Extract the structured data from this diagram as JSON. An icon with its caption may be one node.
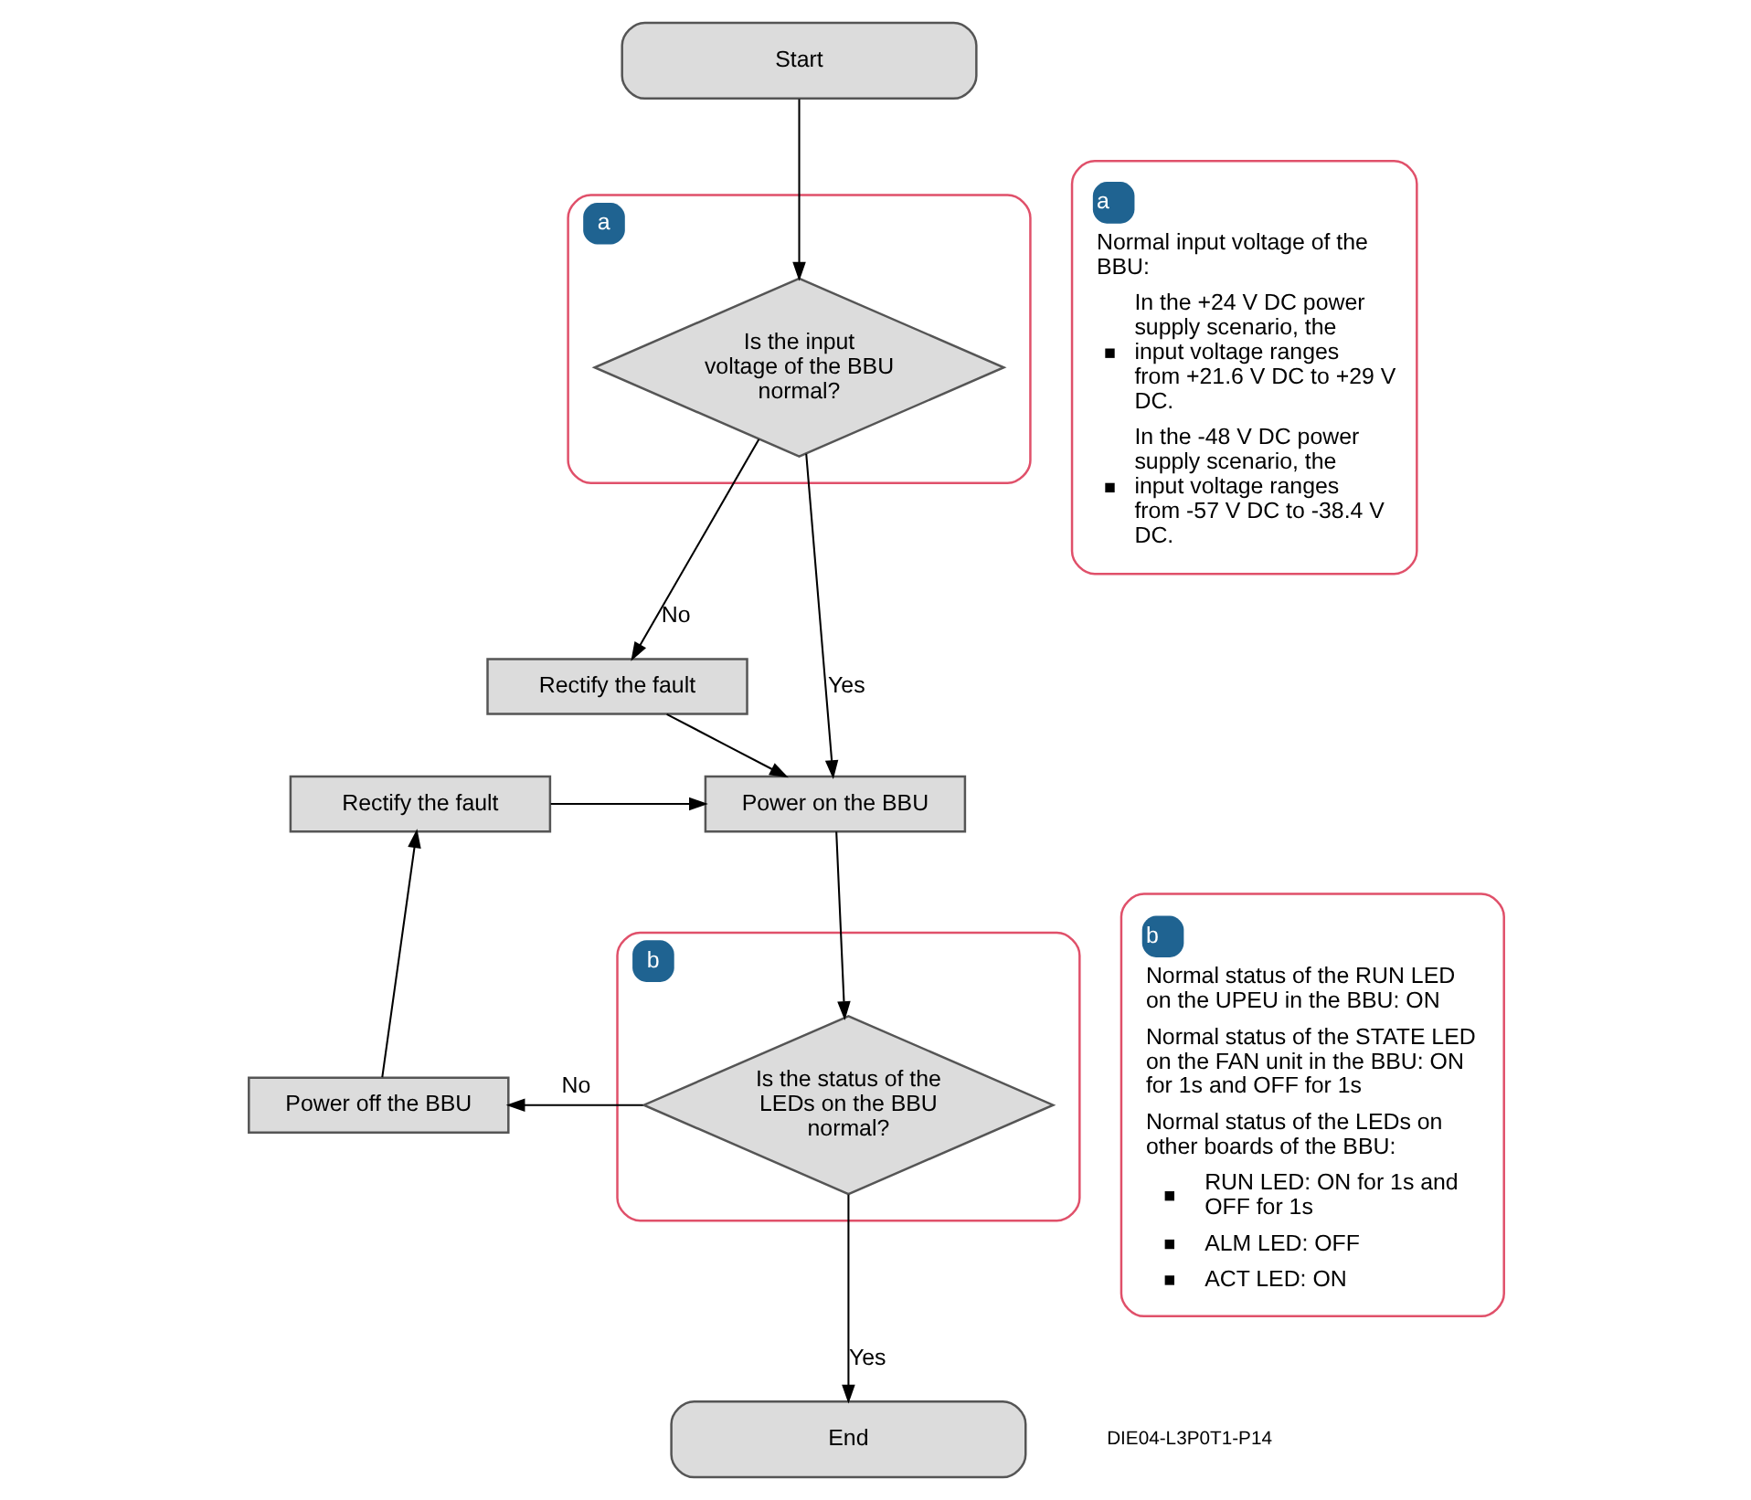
{
  "diagram": {
    "nodes": [
      {
        "text": [
          "Start"
        ]
      },
      {
        "text": [
          "a"
        ]
      },
      {
        "text": [
          "Is the input voltage of the BBU normal?"
        ],
        "in": 1
      },
      {
        "text": [
          "Rectify the fault"
        ]
      },
      {
        "text": [
          "Power on the BBU"
        ]
      },
      {
        "text": [
          "Rectify the fault"
        ]
      },
      {
        "text": [
          "Power off the BBU"
        ]
      },
      {
        "text": [
          "b"
        ]
      },
      {
        "text": [
          "Is the status of the LEDs on the BBU normal?"
        ],
        "in": 7
      },
      {
        "text": [
          "End"
        ]
      },
      {
        "text": [
          "a",
          "Normal input voltage of the BBU:",
          "In the +24 V DC power supply scenario, the input voltage ranges from +21.6 V DC to +29 V DC.",
          "In the -48 V DC power supply scenario, the input voltage ranges from -57 V DC to -38.4 V DC."
        ]
      },
      {
        "text": [
          "b",
          "Normal status of the RUN LED on the UPEU in the BBU: ON",
          "Normal status of the STATE LED on the FAN unit in the BBU: ON for 1s and OFF for 1s",
          "Normal status of the LEDs on other boards of the BBU:",
          "RUN LED: ON for 1s and OFF for 1s",
          "ALM LED: OFF",
          "ACT LED: ON"
        ]
      }
    ],
    "edges": [
      {
        "from": 0,
        "to": 2,
        "arrow": "to"
      },
      {
        "from": 2,
        "to": 3,
        "arrow": "to",
        "label": "No"
      },
      {
        "from": 2,
        "to": 4,
        "arrow": "to",
        "label": "Yes"
      },
      {
        "from": 3,
        "to": 4,
        "arrow": "to"
      },
      {
        "from": 4,
        "to": 8,
        "arrow": "to"
      },
      {
        "from": 8,
        "to": 6,
        "arrow": "to",
        "label": "No"
      },
      {
        "from": 6,
        "to": 5,
        "arrow": "to"
      },
      {
        "from": 5,
        "to": 4,
        "arrow": "to"
      },
      {
        "from": 8,
        "to": 9,
        "arrow": "to",
        "label": "Yes"
      }
    ],
    "labels": [
      "DIE04-L3P0T1-P14"
    ]
  }
}
